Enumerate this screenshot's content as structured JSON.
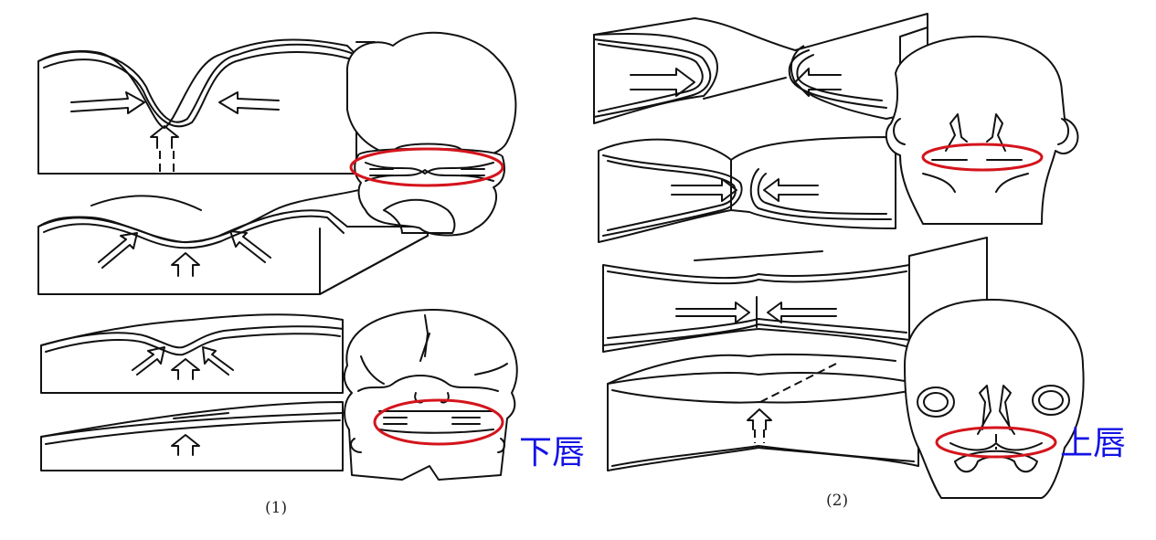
{
  "figure": {
    "panels": [
      {
        "caption": "(1)",
        "label": "下唇",
        "label_color": "#1414e6",
        "highlight_color": "#d4141c",
        "stages": 4
      },
      {
        "caption": "(2)",
        "label": "上唇",
        "label_color": "#1414e6",
        "highlight_color": "#d4141c",
        "stages": 4
      }
    ]
  }
}
